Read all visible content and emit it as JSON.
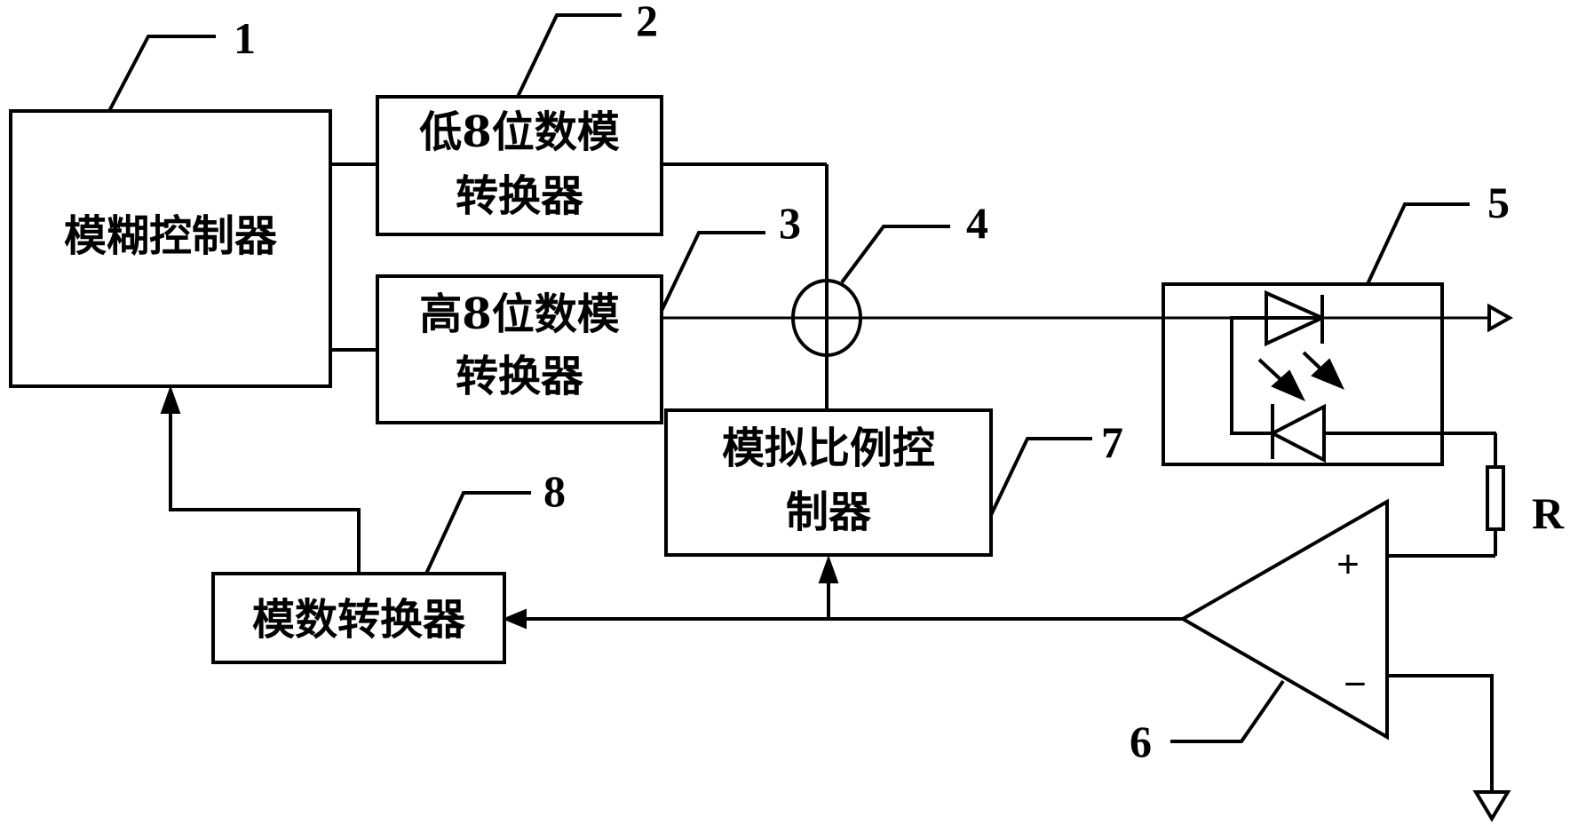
{
  "diagram": {
    "blocks": {
      "fuzzy_controller": {
        "id": "1",
        "label": "模糊控制器"
      },
      "low_dac": {
        "id": "2",
        "line1": "低8位数模",
        "line2": "转换器"
      },
      "high_dac": {
        "id": "3",
        "line1": "高8位数模",
        "line2": "转换器"
      },
      "summing_junction": {
        "id": "4"
      },
      "optocoupler": {
        "id": "5"
      },
      "op_amp": {
        "id": "6",
        "plus": "+",
        "minus": "−"
      },
      "analog_pi_controller": {
        "id": "7",
        "line1": "模拟比例控",
        "line2": "制器"
      },
      "adc": {
        "id": "8",
        "label": "模数转换器"
      }
    },
    "resistor_label": "R"
  }
}
